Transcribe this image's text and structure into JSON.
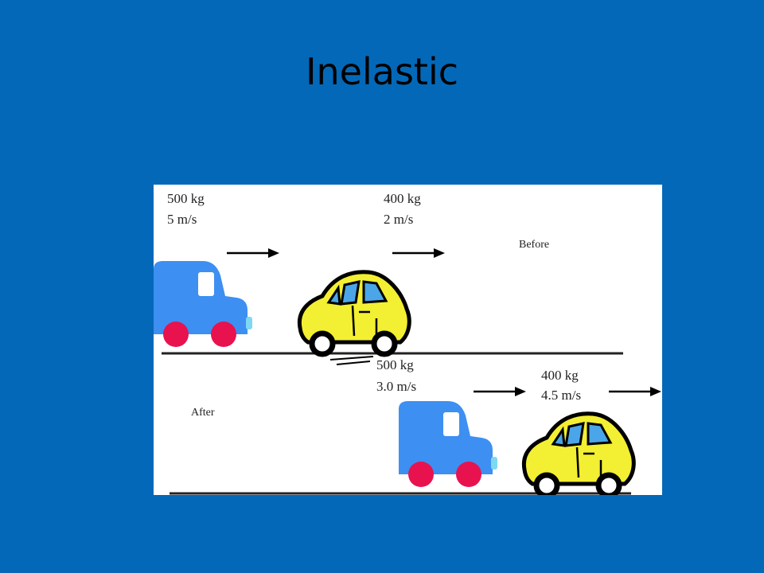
{
  "slide": {
    "title": "Inelastic"
  },
  "before": {
    "label": "Before",
    "van": {
      "mass": "500 kg",
      "velocity": "5 m/s"
    },
    "car": {
      "mass": "400 kg",
      "velocity": "2 m/s"
    }
  },
  "after": {
    "label": "After",
    "van": {
      "mass": "500 kg",
      "velocity": "3.0 m/s"
    },
    "car": {
      "mass": "400 kg",
      "velocity": "4.5 m/s"
    }
  },
  "icons": [
    "right-arrow-icon",
    "blue-van-icon",
    "yellow-car-icon"
  ],
  "colors": {
    "background": "#0468b8",
    "van": "#3d8ff2",
    "wheel_van": "#e8124f",
    "car": "#f3ef32"
  }
}
